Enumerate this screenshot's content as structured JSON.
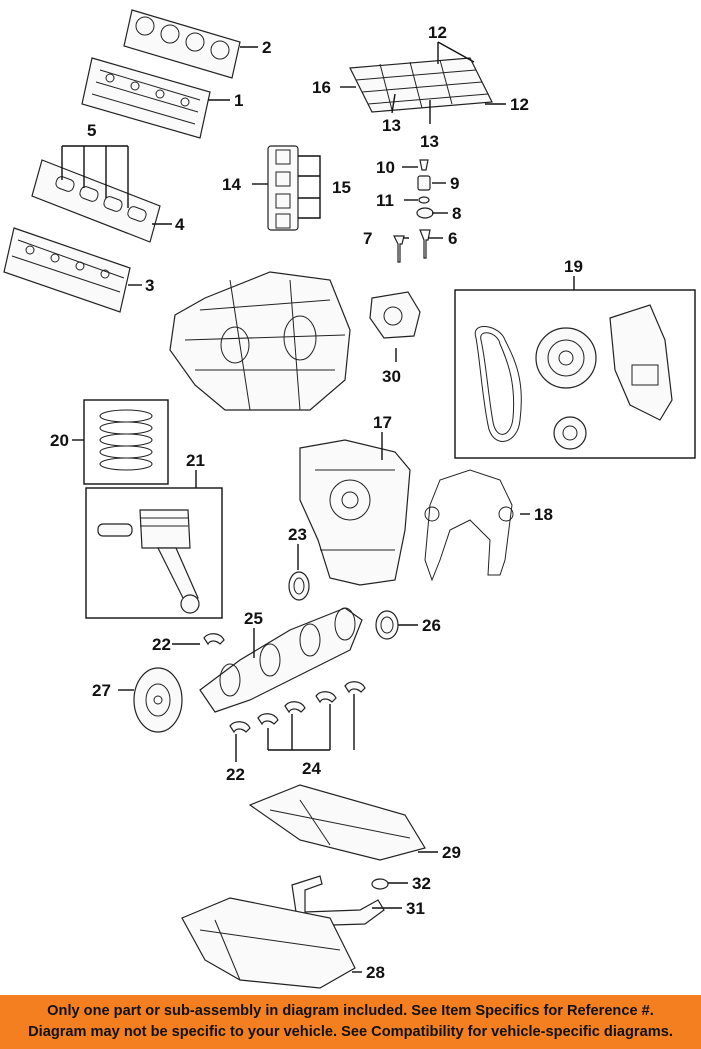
{
  "callouts": [
    "1",
    "2",
    "3",
    "4",
    "5",
    "6",
    "7",
    "8",
    "9",
    "10",
    "11",
    "12",
    "12",
    "13",
    "13",
    "14",
    "15",
    "16",
    "17",
    "18",
    "19",
    "20",
    "21",
    "22",
    "22",
    "23",
    "24",
    "25",
    "26",
    "27",
    "28",
    "29",
    "30",
    "31",
    "32"
  ],
  "footer": {
    "line1": "Only one part or sub-assembly in diagram included. See Item Specifics for Reference #.",
    "line2": "Diagram may not be specific to your vehicle. See Compatibility for vehicle-specific diagrams."
  },
  "colors": {
    "footer_bg": "#f47f20",
    "line": "#111111",
    "background": "#ffffff"
  }
}
